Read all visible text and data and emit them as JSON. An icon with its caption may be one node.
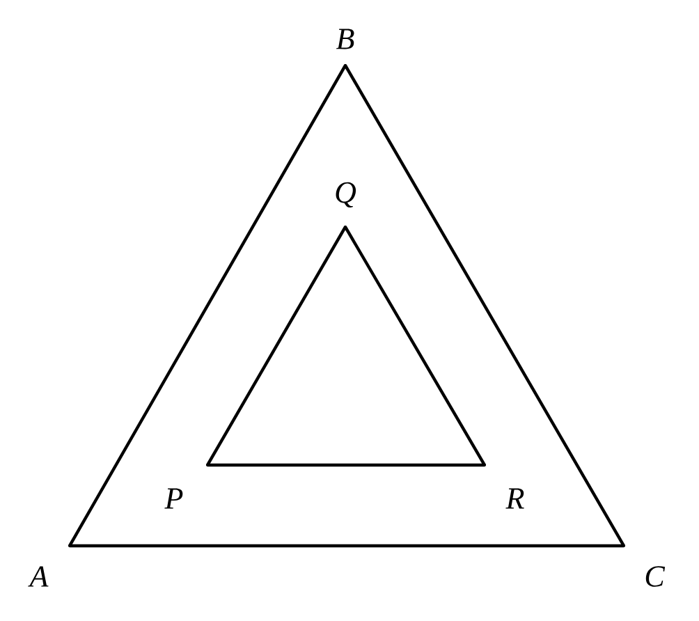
{
  "diagram": {
    "nodes": [
      {
        "text": [
          "A"
        ]
      },
      {
        "text": [
          "B"
        ]
      },
      {
        "text": [
          "C"
        ]
      },
      {
        "text": [
          "P"
        ]
      },
      {
        "text": [
          "Q"
        ]
      },
      {
        "text": [
          "R"
        ]
      }
    ],
    "edges": [
      {
        "from": 0,
        "to": 1,
        "arrow": "none"
      },
      {
        "from": 1,
        "to": 2,
        "arrow": "none"
      },
      {
        "from": 2,
        "to": 0,
        "arrow": "none"
      },
      {
        "from": 3,
        "to": 4,
        "arrow": "none"
      },
      {
        "from": 4,
        "to": 5,
        "arrow": "none"
      },
      {
        "from": 5,
        "to": 3,
        "arrow": "none"
      }
    ]
  }
}
